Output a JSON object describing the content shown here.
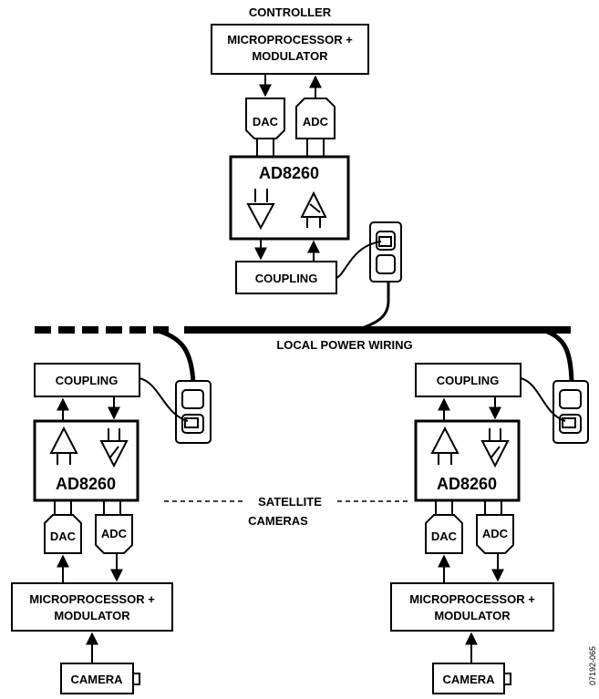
{
  "controller": {
    "title": "CONTROLLER",
    "micro_line1": "MICROPROCESSOR +",
    "micro_line2": "MODULATOR",
    "dac": "DAC",
    "adc": "ADC",
    "chip": "AD8260",
    "coupling": "COUPLING"
  },
  "wiring_label": "LOCAL POWER WIRING",
  "satellite": {
    "label_line1": "SATELLITE",
    "label_line2": "CAMERAS",
    "coupling": "COUPLING",
    "chip": "AD8260",
    "dac": "DAC",
    "adc": "ADC",
    "micro_line1": "MICROPROCESSOR +",
    "micro_line2": "MODULATOR",
    "camera": "CAMERA"
  },
  "figure_id": "07192-065"
}
